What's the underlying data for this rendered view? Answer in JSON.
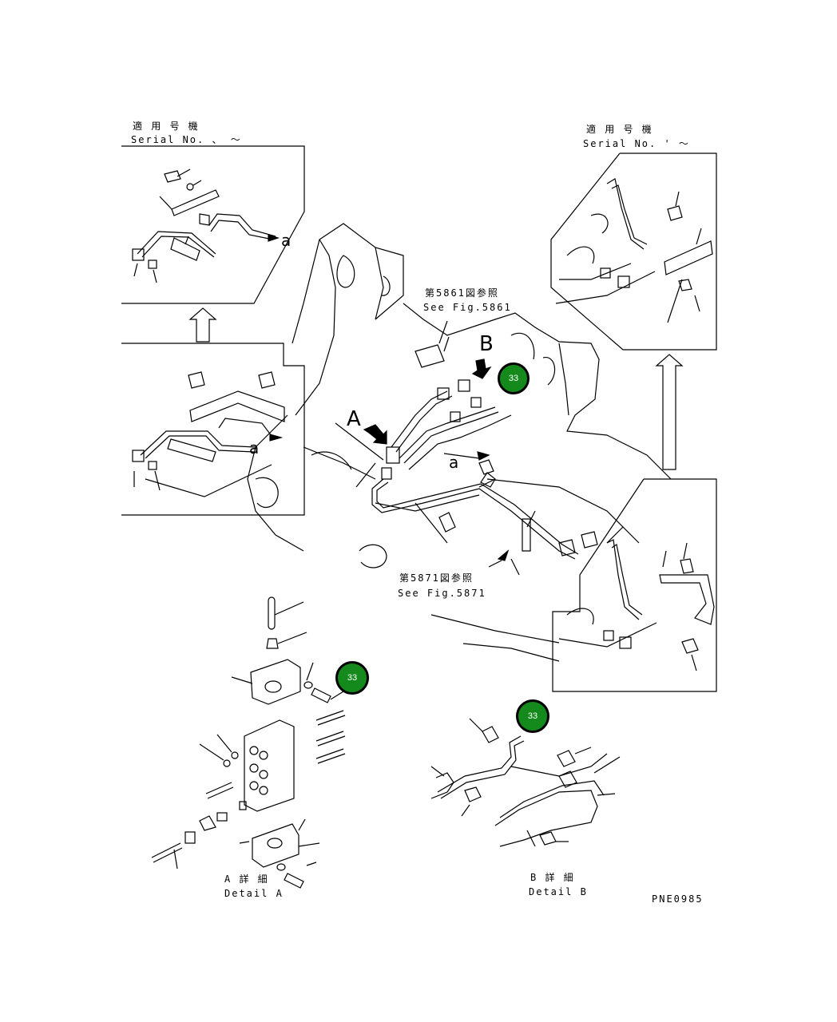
{
  "serial_left": {
    "heading": "適 用 号 機",
    "line": "Serial No.  、 ～"
  },
  "serial_right": {
    "heading": "適 用 号 機",
    "line": "Serial No.  ' ～"
  },
  "labels": {
    "a_top_left": "a",
    "a_left_lower": "a",
    "a_center": "a",
    "view_a": "A",
    "view_b": "B"
  },
  "references": {
    "fig_5861_jp": "第5861図参照",
    "fig_5861_en": "See Fig.5861",
    "fig_5871_jp": "第5871図参照",
    "fig_5871_en": "See Fig.5871"
  },
  "details": {
    "a_jp": "A 詳 細",
    "a_en": "Detail A",
    "b_jp": "B 詳 細",
    "b_en": "Detail B"
  },
  "drawing_code": "PNE0985",
  "callouts": [
    {
      "id": "callout-main",
      "label": "33"
    },
    {
      "id": "callout-detail-a",
      "label": "33"
    },
    {
      "id": "callout-detail-b",
      "label": "33"
    }
  ],
  "colors": {
    "callout_fill": "#138a1b",
    "line": "#000000",
    "background": "#ffffff"
  }
}
